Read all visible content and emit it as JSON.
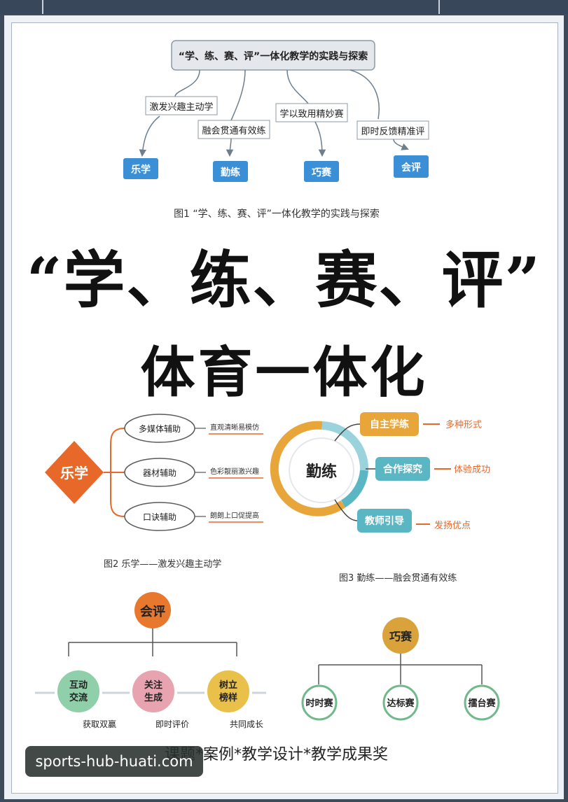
{
  "fig1": {
    "root": "“学、练、赛、评”一体化教学的实践与探索",
    "branches": [
      {
        "label": "激发兴趣主动学",
        "leaf": "乐学"
      },
      {
        "label": "融会贯通有效练",
        "leaf": "勤练"
      },
      {
        "label": "学以致用精妙赛",
        "leaf": "巧赛"
      },
      {
        "label": "即时反馈精准评",
        "leaf": "会评"
      }
    ],
    "caption": "图1 “学、练、赛、评”一体化教学的实践与探索"
  },
  "headline": {
    "line1": "“学、练、赛、评”",
    "line2": "体育一体化"
  },
  "fig2": {
    "center": "乐学",
    "items": [
      {
        "label": "多媒体辅助",
        "note": "直观清晰易模仿"
      },
      {
        "label": "器材辅助",
        "note": "色彩靓丽激兴趣"
      },
      {
        "label": "口诀辅助",
        "note": "朗朗上口促提高"
      }
    ],
    "caption": "图2 乐学——激发兴趣主动学"
  },
  "fig3": {
    "center": "勤练",
    "items": [
      {
        "label": "自主学练",
        "note": "多种形式"
      },
      {
        "label": "合作探究",
        "note": "体验成功"
      },
      {
        "label": "教师引导",
        "note": "发扬优点"
      }
    ],
    "caption": "图3 勤练——融会贯通有效练"
  },
  "fig4": {
    "root": "会评",
    "items": [
      {
        "label1": "互动",
        "label2": "交流",
        "note": "获取双赢"
      },
      {
        "label1": "关注",
        "label2": "生成",
        "note": "即时评价"
      },
      {
        "label1": "树立",
        "label2": "榜样",
        "note": "共同成长"
      }
    ]
  },
  "fig5": {
    "root": "巧赛",
    "items": [
      "时时赛",
      "达标赛",
      "擂台赛"
    ]
  },
  "footer": "课题*案例*教学设计*教学成果奖",
  "watermark": "sports-hub-huati.com",
  "colors": {
    "blue_box": "#3a8fd6",
    "orange": "#e8682a",
    "gold": "#e8a63a",
    "teal": "#5bb6c4",
    "pink": "#e7a3b0",
    "green": "#8fcfa9",
    "yellow": "#e9c04a"
  }
}
